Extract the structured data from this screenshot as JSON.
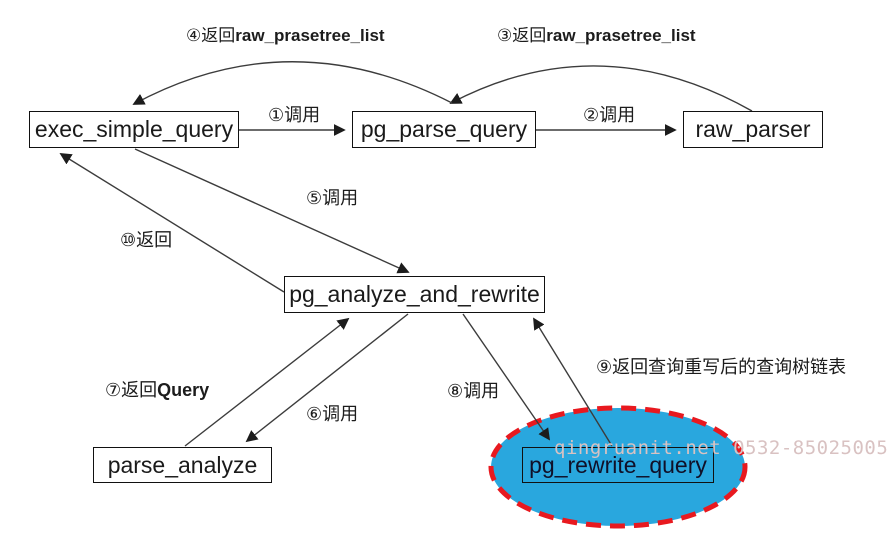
{
  "diagram": {
    "nodes": {
      "exec": {
        "label": "exec_simple_query"
      },
      "parse": {
        "label": "pg_parse_query"
      },
      "raw": {
        "label": "raw_parser"
      },
      "analyze": {
        "label": "pg_analyze_and_rewrite"
      },
      "parse_analyze": {
        "label": "parse_analyze"
      },
      "rewrite": {
        "label": "pg_rewrite_query"
      }
    },
    "edges": {
      "e1": {
        "label": "①调用"
      },
      "e2": {
        "label": "②调用"
      },
      "e3": {
        "prefix": "③返回",
        "name": "raw_prasetree_list"
      },
      "e4": {
        "prefix": "④返回",
        "name": "raw_prasetree_list"
      },
      "e5": {
        "label": "⑤调用"
      },
      "e6": {
        "label": "⑥调用"
      },
      "e7": {
        "prefix": "⑦返回",
        "name": "Query"
      },
      "e8": {
        "label": "⑧调用"
      },
      "e9": {
        "label": "⑨返回查询重写后的查询树链表"
      },
      "e10": {
        "label": "⑩返回"
      }
    },
    "watermark": "qingruanit.net 0532-85025005",
    "colors": {
      "ellipse_fill": "#29A7DE",
      "ellipse_stroke": "#E8191F",
      "line": "#3c3c3c",
      "watermark": "#D9C2C2"
    }
  }
}
